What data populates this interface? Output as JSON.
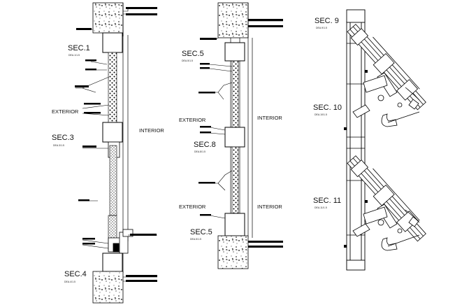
{
  "sheet": {
    "detail_1": {
      "sec_top": {
        "title": "SEC.1",
        "scale": "DEA.1/1.5"
      },
      "side_exterior": "EXTERIOR",
      "side_interior": "INTERIOR",
      "sec_mid": {
        "title": "SEC.3",
        "scale": "DEA.3/1.5"
      },
      "sec_bottom": {
        "title": "SEC.4",
        "scale": "DEA.4/1.5"
      }
    },
    "detail_2": {
      "sec_top": {
        "title": "SEC.5",
        "scale": "DEA.5/1.5"
      },
      "exterior_upper": "EXTERIOR",
      "interior_upper": "INTERIOR",
      "sec_mid": {
        "title": "SEC.8",
        "scale": "DEA.8/1.5"
      },
      "exterior_lower": "EXTERIOR",
      "interior_lower": "INTERIOR",
      "sec_bottom": {
        "title": "SEC.5",
        "scale": "DEA.5/1.5"
      }
    },
    "detail_3": {
      "sec_a": {
        "title": "SEC. 9",
        "scale": "DEA.9/1.5"
      },
      "sec_b": {
        "title": "SEC. 10",
        "scale": "DEA.10/1.5"
      },
      "sec_c": {
        "title": "SEC. 11",
        "scale": "DEA.11/1.5"
      }
    }
  }
}
